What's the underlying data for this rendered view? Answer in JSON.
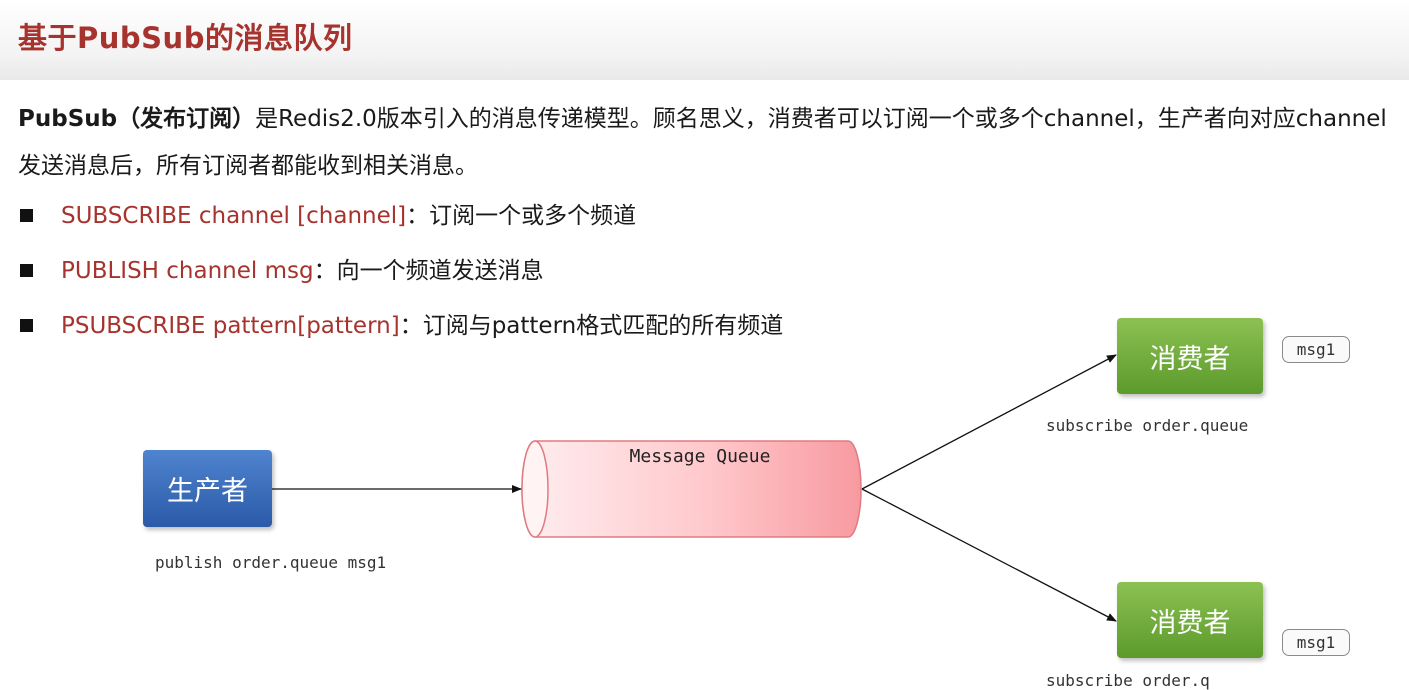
{
  "title": "基于PubSub的消息队列",
  "intro": {
    "bold": "PubSub（发布订阅）",
    "text": "是Redis2.0版本引入的消息传递模型。顾名思义，消费者可以订阅一个或多个channel，生产者向对应channel发送消息后，所有订阅者都能收到相关消息。"
  },
  "bullets": [
    {
      "command": "SUBSCRIBE channel [channel]",
      "desc": "：订阅一个或多个频道"
    },
    {
      "command": "PUBLISH channel msg",
      "desc": "：向一个频道发送消息"
    },
    {
      "command": "PSUBSCRIBE pattern[pattern]",
      "desc": "：订阅与pattern格式匹配的所有频道"
    }
  ],
  "diagram": {
    "producer": "生产者",
    "producer_caption": "publish order.queue msg1",
    "queue_label": "Message Queue",
    "consumers": [
      {
        "label": "消费者",
        "caption": "subscribe order.queue",
        "message": "msg1"
      },
      {
        "label": "消费者",
        "caption": "subscribe order.q",
        "message": "msg1"
      }
    ]
  }
}
